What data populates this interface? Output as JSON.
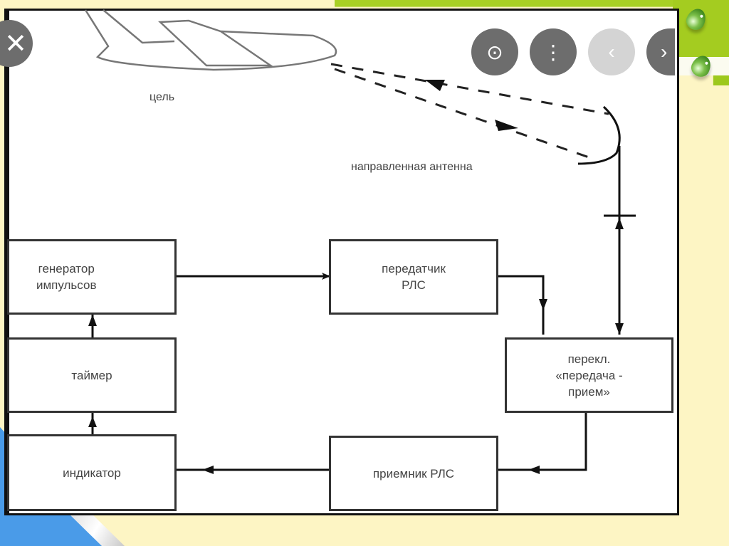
{
  "viewer": {
    "close_icon": "✕",
    "lens_icon": "⊙",
    "more_icon": "⋮",
    "prev_icon": "‹",
    "next_icon": "›"
  },
  "diagram": {
    "title_target": "цель",
    "antenna_label": "направленная антенна",
    "blocks": {
      "pulse_generator": [
        "генератор",
        "импульсов"
      ],
      "transmitter": [
        "передатчик",
        "РЛС"
      ],
      "timer": [
        "таймер"
      ],
      "switch": [
        "перекл.",
        "«передача -",
        "прием»"
      ],
      "indicator": [
        "индикатор"
      ],
      "receiver": [
        "приемник РЛС"
      ]
    },
    "connections": [
      {
        "from": "pulse_generator",
        "to": "transmitter"
      },
      {
        "from": "transmitter",
        "to": "switch"
      },
      {
        "from": "switch",
        "to": "antenna",
        "bidirectional": true
      },
      {
        "from": "switch",
        "to": "receiver"
      },
      {
        "from": "receiver",
        "to": "indicator"
      },
      {
        "from": "indicator",
        "to": "timer"
      },
      {
        "from": "timer",
        "to": "pulse_generator"
      },
      {
        "from": "antenna",
        "to": "target",
        "style": "dashed"
      },
      {
        "from": "target",
        "to": "antenna",
        "style": "dashed"
      }
    ]
  }
}
